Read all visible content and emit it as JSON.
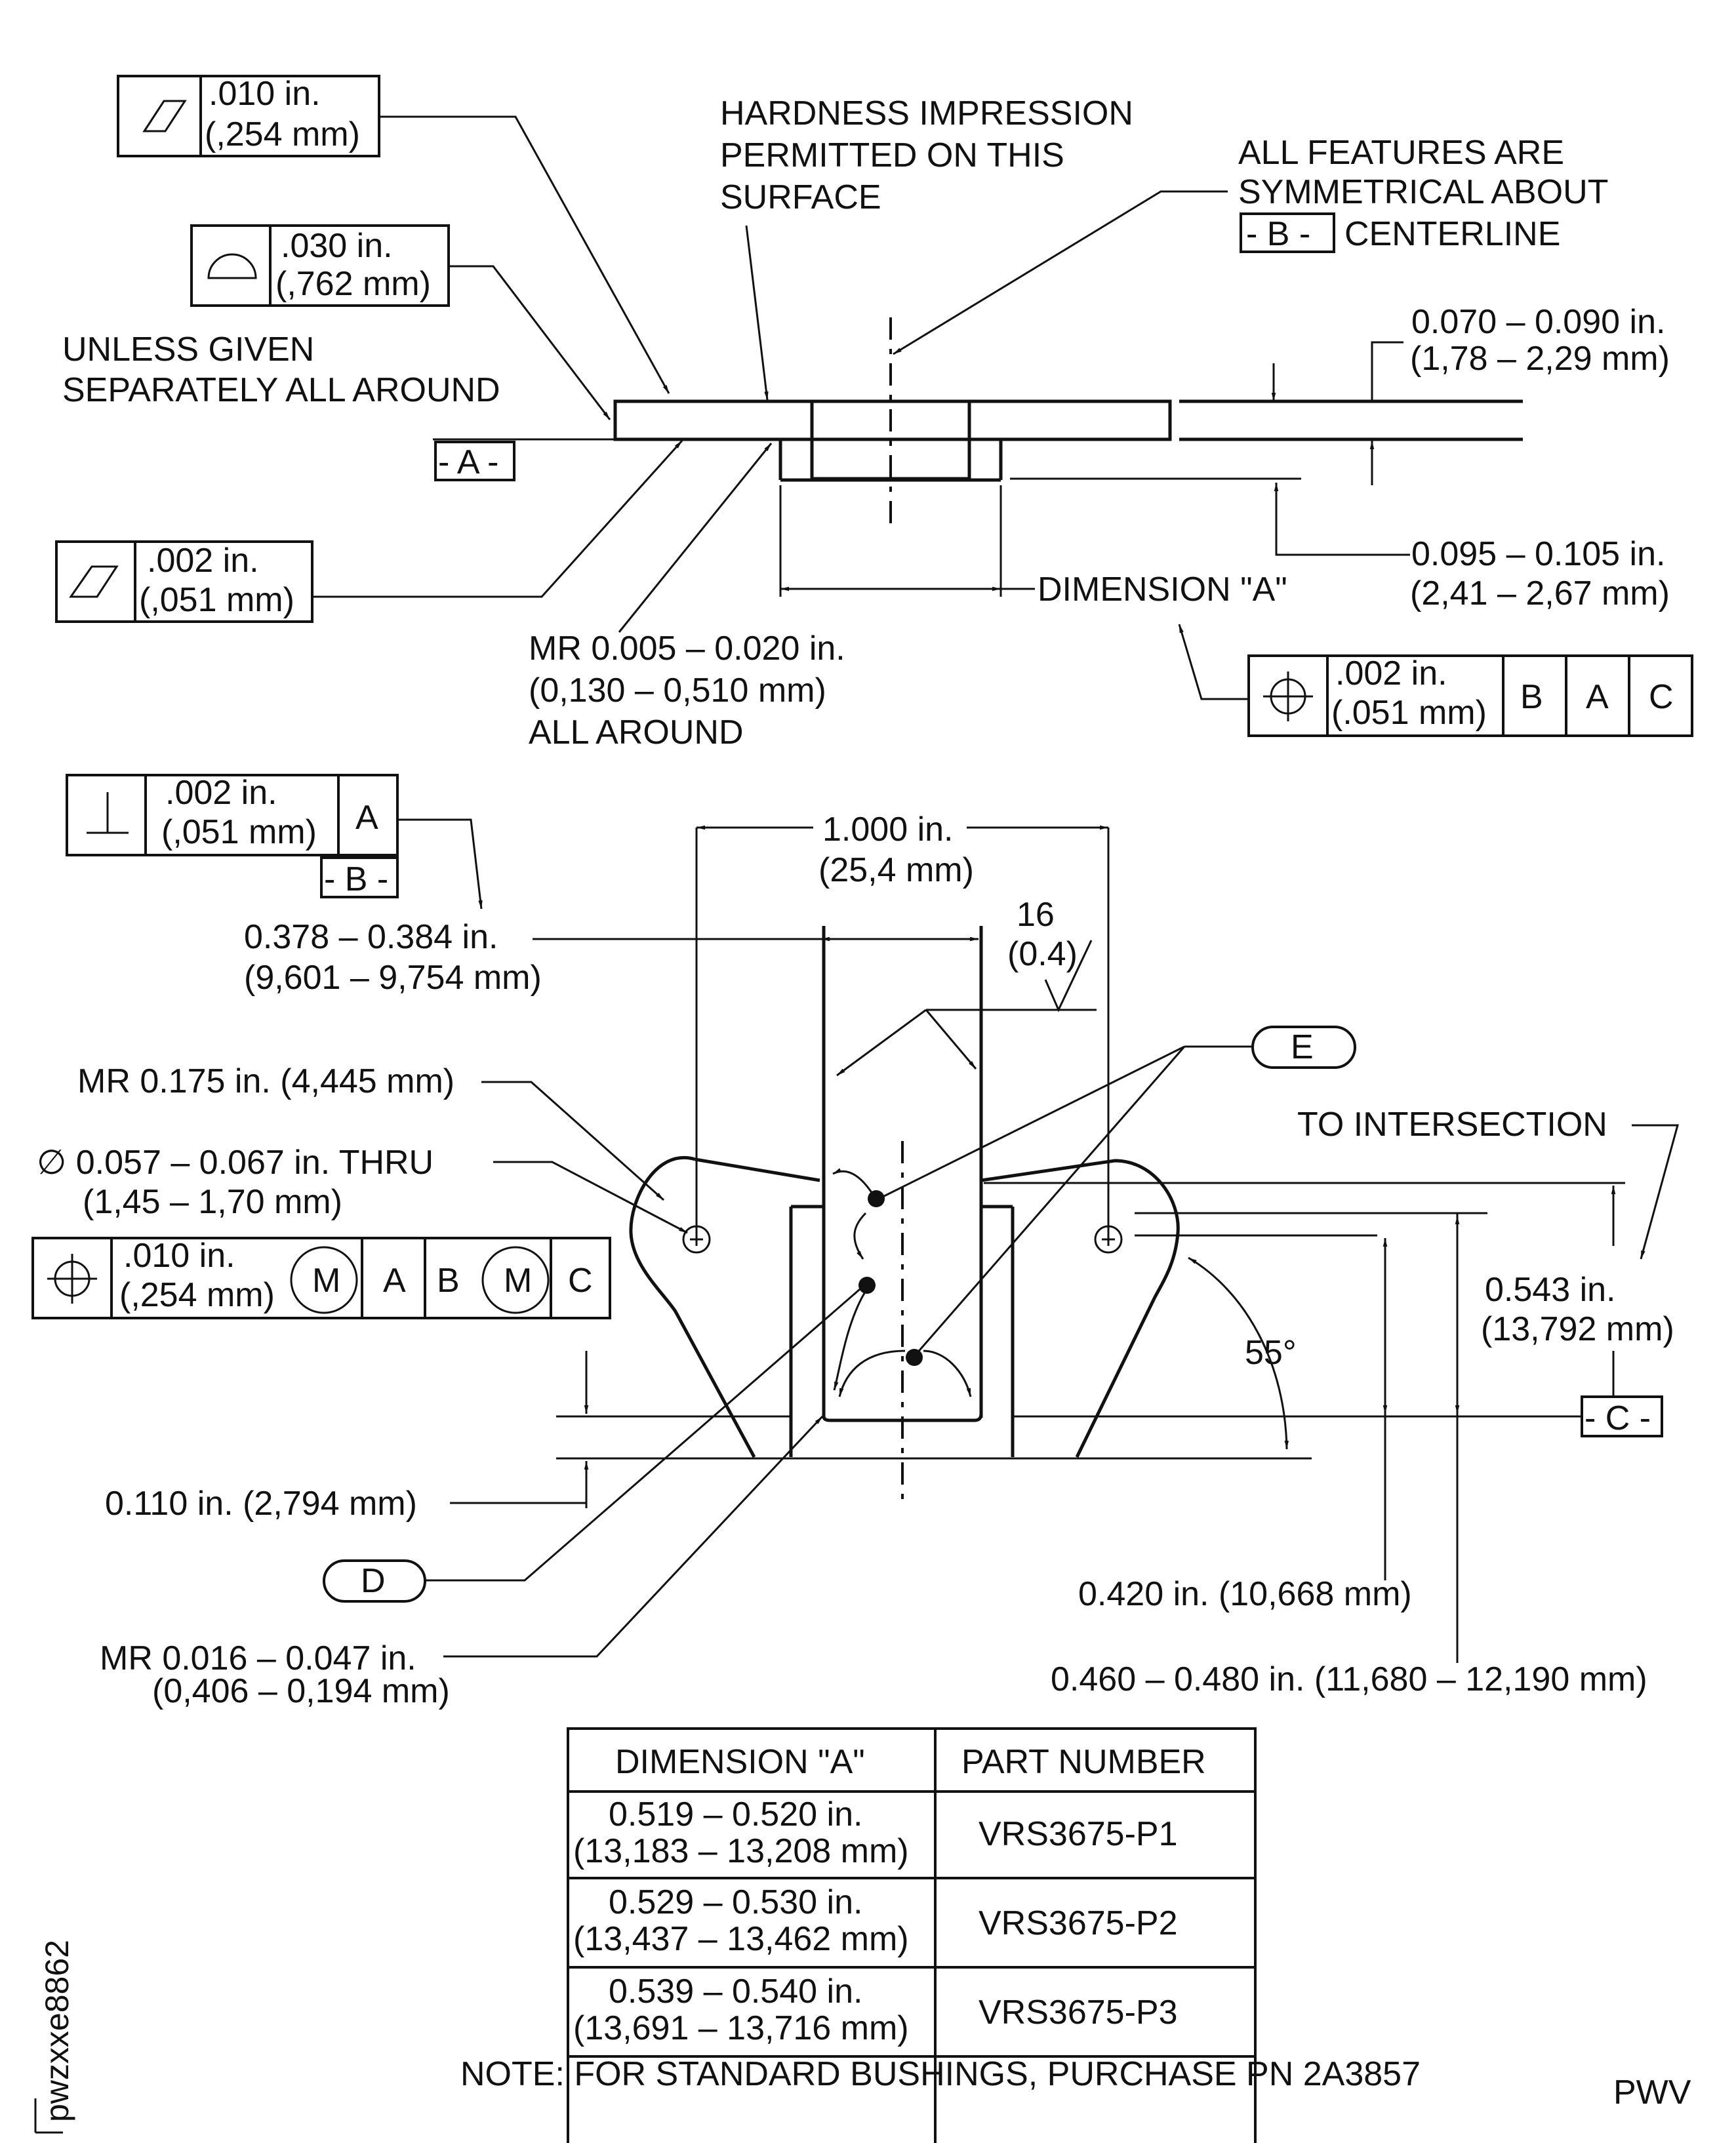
{
  "colors": {
    "ink": "#111111",
    "paper": "#ffffff"
  },
  "top_view": {
    "flatness_box": {
      "icon": "flatness-icon",
      "line1": ".010 in.",
      "line2": "(,254 mm)"
    },
    "profile_box": {
      "icon": "profile-of-surface-icon",
      "line1": ".030 in.",
      "line2": "(,762 mm)"
    },
    "unless_note": [
      "UNLESS GIVEN",
      "SEPARATELY ALL AROUND"
    ],
    "hardness_note": [
      "HARDNESS IMPRESSION",
      "PERMITTED ON THIS",
      "SURFACE"
    ],
    "symmetry_note": [
      "ALL FEATURES ARE",
      "SYMMETRICAL ABOUT"
    ],
    "symmetry_datum": "- B -",
    "symmetry_tail": "CENTERLINE",
    "datum_a": "- A -",
    "thickness_dim": [
      "0.070 – 0.090 in.",
      "(1,78 – 2,29 mm)"
    ],
    "boss_height_dim": [
      "0.095 – 0.105 in.",
      "(2,41 – 2,67 mm)"
    ],
    "dimension_a_label": "DIMENSION \"A\"",
    "flatness2_box": {
      "icon": "flatness-icon",
      "line1": ".002 in.",
      "line2": "(,051 mm)"
    },
    "radius_note": [
      "MR 0.005 – 0.020 in.",
      "(0,130 – 0,510 mm)",
      "ALL AROUND"
    ],
    "position_box": {
      "icon": "position-icon",
      "line1": ".002 in.",
      "line2": "(.051 mm)",
      "datums": [
        "B",
        "A",
        "C"
      ]
    }
  },
  "bottom_view": {
    "perp_box": {
      "icon": "perpendicularity-icon",
      "line1": ".002 in.",
      "line2": "(,051 mm)",
      "datum": "A",
      "datum_tag": "- B -"
    },
    "width_dim": [
      "0.378 – 0.384 in.",
      "(9,601 – 9,754 mm)"
    ],
    "hole_spacing": [
      "1.000 in.",
      "(25,4 mm)"
    ],
    "surface_finish": [
      "16",
      "(0.4)"
    ],
    "radius_175": "MR 0.175 in. (4,445 mm)",
    "hole_dia": [
      "∅ 0.057 – 0.067 in. THRU",
      "(1,45 – 1,70 mm)"
    ],
    "hole_position_box": {
      "icon": "position-icon",
      "line1": ".010 in.",
      "line2": "(,254 mm)",
      "mod1": "M",
      "datum_a": "A",
      "datum_b": "B",
      "mod2": "M",
      "datum_c": "C"
    },
    "balloon_e": "E",
    "balloon_d": "D",
    "to_intersection": "TO INTERSECTION",
    "dim_543": [
      "0.543 in.",
      "(13,792 mm)"
    ],
    "angle": "55°",
    "datum_c": "- C -",
    "dim_110": "0.110 in. (2,794 mm)",
    "radius_016": [
      "MR 0.016 – 0.047 in.",
      "(0,406 – 0,194 mm)"
    ],
    "dim_420": "0.420 in. (10,668 mm)",
    "dim_460": "0.460 – 0.480 in. (11,680 – 12,190 mm)"
  },
  "table": {
    "headers": [
      "DIMENSION \"A\"",
      "PART NUMBER"
    ],
    "rows": [
      {
        "dim": [
          "0.519 – 0.520 in.",
          "(13,183 – 13,208 mm)"
        ],
        "part": "VRS3675-P1"
      },
      {
        "dim": [
          "0.529 – 0.530 in.",
          "(13,437 – 13,462 mm)"
        ],
        "part": "VRS3675-P2"
      },
      {
        "dim": [
          "0.539 – 0.540 in.",
          "(13,691 – 13,716 mm)"
        ],
        "part": "VRS3675-P3"
      }
    ]
  },
  "note": "NOTE:  FOR STANDARD BUSHINGS, PURCHASE PN 2A3857",
  "figure_id": "pwzxxe8862",
  "corner_code": "PWV"
}
